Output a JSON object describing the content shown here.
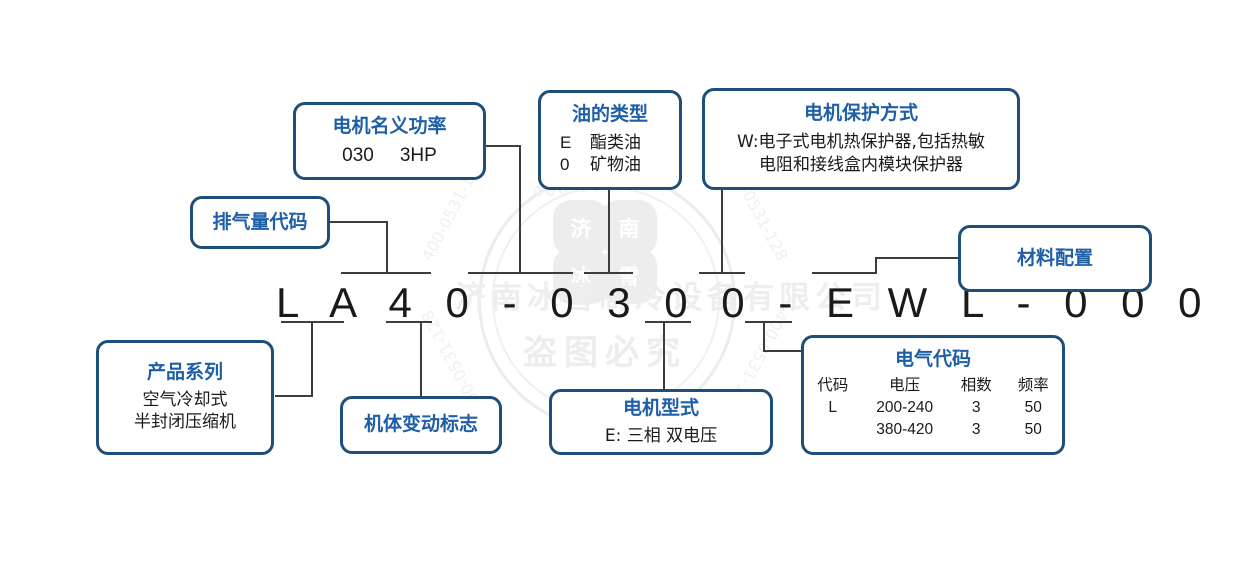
{
  "diagram": {
    "title": "compressor-model-code-breakdown",
    "model_code": "L A 4 0 - 0 3 0 0 - E W L - 0 0 0",
    "accent_border": "#1F4E79",
    "accent_title": "#1F5FA8",
    "line_color": "#3d3d3d"
  },
  "boxes": {
    "power": {
      "title": "电机名义功率",
      "value_code": "030",
      "value_label": "3HP"
    },
    "oil": {
      "title": "油的类型",
      "rows": [
        {
          "code": "E",
          "label": "酯类油"
        },
        {
          "code": "0",
          "label": "矿物油"
        }
      ]
    },
    "protection": {
      "title": "电机保护方式",
      "line1": "W:电子式电机热保护器,包括热敏",
      "line2": "电阻和接线盒内模块保护器"
    },
    "displacement": {
      "title": "排气量代码"
    },
    "material": {
      "title": "材料配置"
    },
    "series": {
      "title": "产品系列",
      "line1": "空气冷却式",
      "line2": "半封闭压缩机"
    },
    "body_change": {
      "title": "机体变动标志"
    },
    "motor_type": {
      "title": "电机型式",
      "line1": "E: 三相 双电压"
    },
    "electrical": {
      "title": "电气代码",
      "headers": [
        "代码",
        "电压",
        "相数",
        "频率"
      ],
      "rows": [
        [
          "L",
          "200-240",
          "3",
          "50"
        ],
        [
          "",
          "380-420",
          "3",
          "50"
        ]
      ]
    }
  },
  "watermark": {
    "petals": [
      "济",
      "南",
      "冰",
      "雪"
    ],
    "company": "济南冰雪制冷设备有限公司",
    "warning": "盗图必究",
    "phone_top": "400-0531-128",
    "phone_left": "400-0531-128",
    "phone_right": "400-0531-128",
    "phone_bl": "400-0531-128",
    "phone_br": "400-0531-128"
  }
}
